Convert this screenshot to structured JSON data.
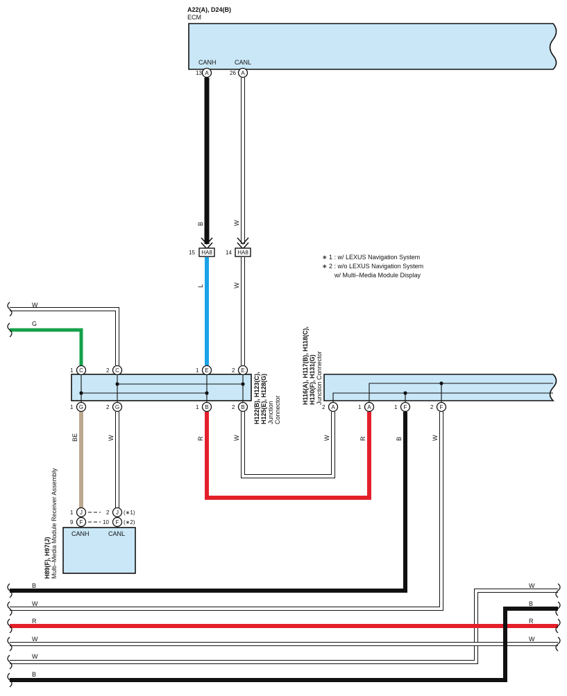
{
  "ecm": {
    "title": "A22(A), D24(B)",
    "name": "ECM",
    "canh": "CANH",
    "canl": "CANL",
    "pin_canh": "13",
    "pin_canl": "26",
    "conn": "A"
  },
  "ha8": {
    "label": "HA8",
    "pin15": "15",
    "pin14": "14"
  },
  "wire": {
    "B": "B",
    "W": "W",
    "L": "L",
    "G": "G",
    "R": "R",
    "BE": "BE"
  },
  "legend": {
    "line1": "∗ 1 : w/ LEXUS Navigation System",
    "line2": "∗ 2 : w/o LEXUS Navigation System",
    "line3": "w/ Multi–Media Module Display"
  },
  "jc1": {
    "line1": "H122(B), H123(C),",
    "line2": "H125(E), H128(G)",
    "line3": "Junction",
    "line4": "Connector",
    "c": "C",
    "e": "E",
    "g": "G",
    "b": "B",
    "p1": "1",
    "p2": "2"
  },
  "jc2": {
    "line1": "H116(A), H117(B), H118(C),",
    "line2": "H130(F), H131(G)",
    "line3": "Junction Connector",
    "a": "A",
    "f": "F",
    "p1": "1",
    "p2": "2"
  },
  "mmr": {
    "line1": "H89(F), H97(J)",
    "line2": "Multi–Media Module Receiver Assembly",
    "canh": "CANH",
    "canl": "CANL",
    "j": "J",
    "f": "F",
    "p1": "1",
    "p2": "2",
    "p9": "9",
    "p10": "10",
    "note1": "(∗1)",
    "note2": "(∗2)"
  },
  "colors": {
    "black": "#111111",
    "white_wire": "#ffffff",
    "blue": "#1aa3e6",
    "green": "#14a04a",
    "red": "#e3202a",
    "beige": "#bca890",
    "box_fill": "#c9e7f7"
  }
}
